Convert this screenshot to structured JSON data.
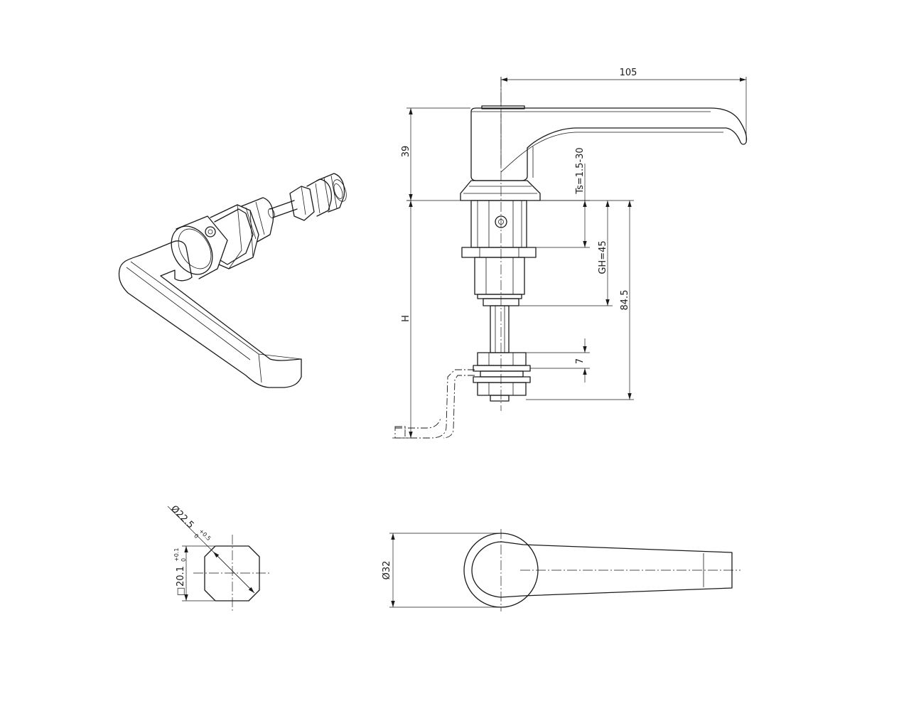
{
  "dimensions": {
    "handle_length": "105",
    "handle_height": "39",
    "sheet_thickness": "Ts=1.5-30",
    "grip_height": "GH=45",
    "body_length": "84.5",
    "overall_height": "H",
    "nut_offset": "7",
    "cutout_diameter": "Ø22.5",
    "cutout_diameter_tol_upper": "+0.5",
    "cutout_diameter_tol_lower": "0",
    "square_prefix": "□",
    "square_size": "20.1",
    "square_tol_upper": "+0.1",
    "square_tol_lower": "0",
    "rosette_diameter": "Ø32"
  }
}
